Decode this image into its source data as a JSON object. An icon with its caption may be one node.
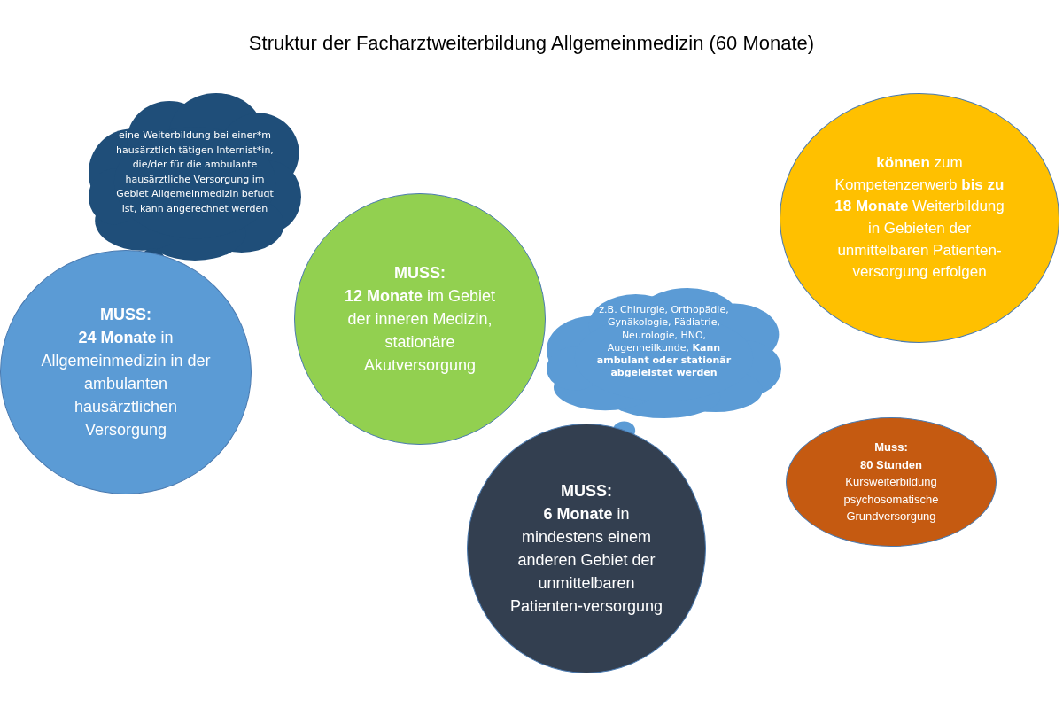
{
  "diagram": {
    "title": "Struktur der Facharztweiterbildung Allgemeinmedizin (60 Monate)",
    "nodes": [
      {
        "text": [
          "eine Weiterbildung bei einer*m hausärztlich tätigen Internist*in, die/der für die ambulante hausärztliche Versorgung im Gebiet Allgemeinmedizin befugt ist, kann angerechnet werden"
        ]
      },
      {
        "text": [
          "MUSS:",
          "**24 Monate** in Allgemeinmedizin in der ambulanten hausärztlichen Versorgung"
        ]
      },
      {
        "text": [
          "MUSS:",
          "**12 Monate** im Gebiet der inneren Medizin, stationäre Akutversorgung"
        ]
      },
      {
        "text": [
          "z.B. Chirurgie, Orthopädie, Gynäkologie, Pädiatrie, Neurologie, HNO, Augenheilkunde, **Kann ambulant oder stationär abgeleistet werden**"
        ]
      },
      {
        "text": [
          "MUSS:",
          "**6 Monate** in mindestens einem anderen Gebiet der unmittelbaren Patienten-versorgung"
        ]
      },
      {
        "text": [
          "**können** zum Kompetenzerwerb **bis zu 18 Monate** Weiterbildung in Gebieten der unmittelbaren Patienten-versorgung erfolgen"
        ]
      },
      {
        "text": [
          "Muss:",
          "**80 Stunden** Kursweiterbildung psychosomatische Grundversorgung"
        ]
      }
    ]
  }
}
